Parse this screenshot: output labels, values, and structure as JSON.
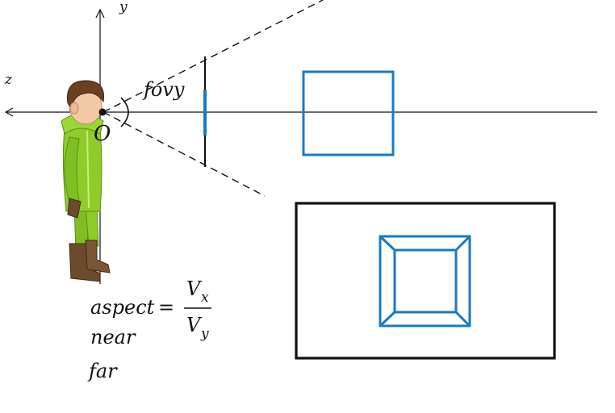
{
  "diagram": {
    "axis_labels": {
      "y": "y",
      "z": "z",
      "origin": "O"
    },
    "fov_label": "fovy",
    "formula": {
      "lhs": "aspect",
      "equals": "=",
      "numerator": "V",
      "numerator_sub": "x",
      "denominator": "V",
      "denominator_sub": "y"
    },
    "params": {
      "near": "near",
      "far": "far"
    },
    "colors": {
      "accent": "#1a7abf",
      "line": "#111111",
      "character_green": "#8fcc2a",
      "character_boot": "#6b4a2e",
      "character_hair": "#6a3f22",
      "character_skin": "#f2c9a5"
    }
  }
}
